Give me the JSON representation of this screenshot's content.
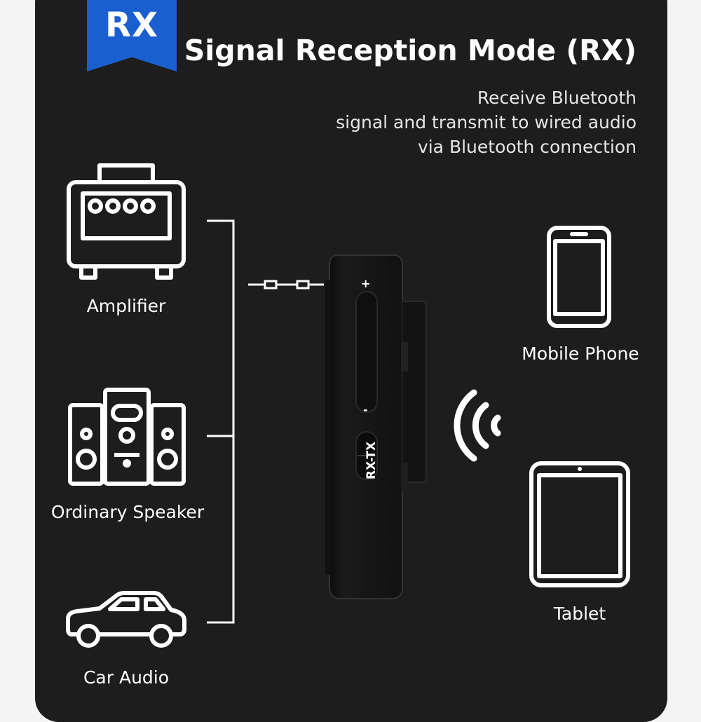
{
  "badge": {
    "text": "RX"
  },
  "header": {
    "title": "Signal Reception Mode (RX)",
    "subtitle_lines": [
      "Receive Bluetooth",
      "signal and transmit to wired audio",
      "via Bluetooth connection"
    ]
  },
  "outputs": [
    {
      "label": "Amplifier",
      "icon": "amplifier-icon"
    },
    {
      "label": "Ordinary Speaker",
      "icon": "speaker-icon"
    },
    {
      "label": "Car Audio",
      "icon": "car-icon"
    }
  ],
  "sources": [
    {
      "label": "Mobile Phone",
      "icon": "mobile-phone-icon"
    },
    {
      "label": "Tablet",
      "icon": "tablet-icon"
    }
  ],
  "device": {
    "plus_label": "+",
    "minus_label": "-",
    "switch_label": "RX-TX"
  },
  "colors": {
    "background": "#1d1d1d",
    "badge": "#1a5fd0",
    "foreground": "#ffffff"
  }
}
